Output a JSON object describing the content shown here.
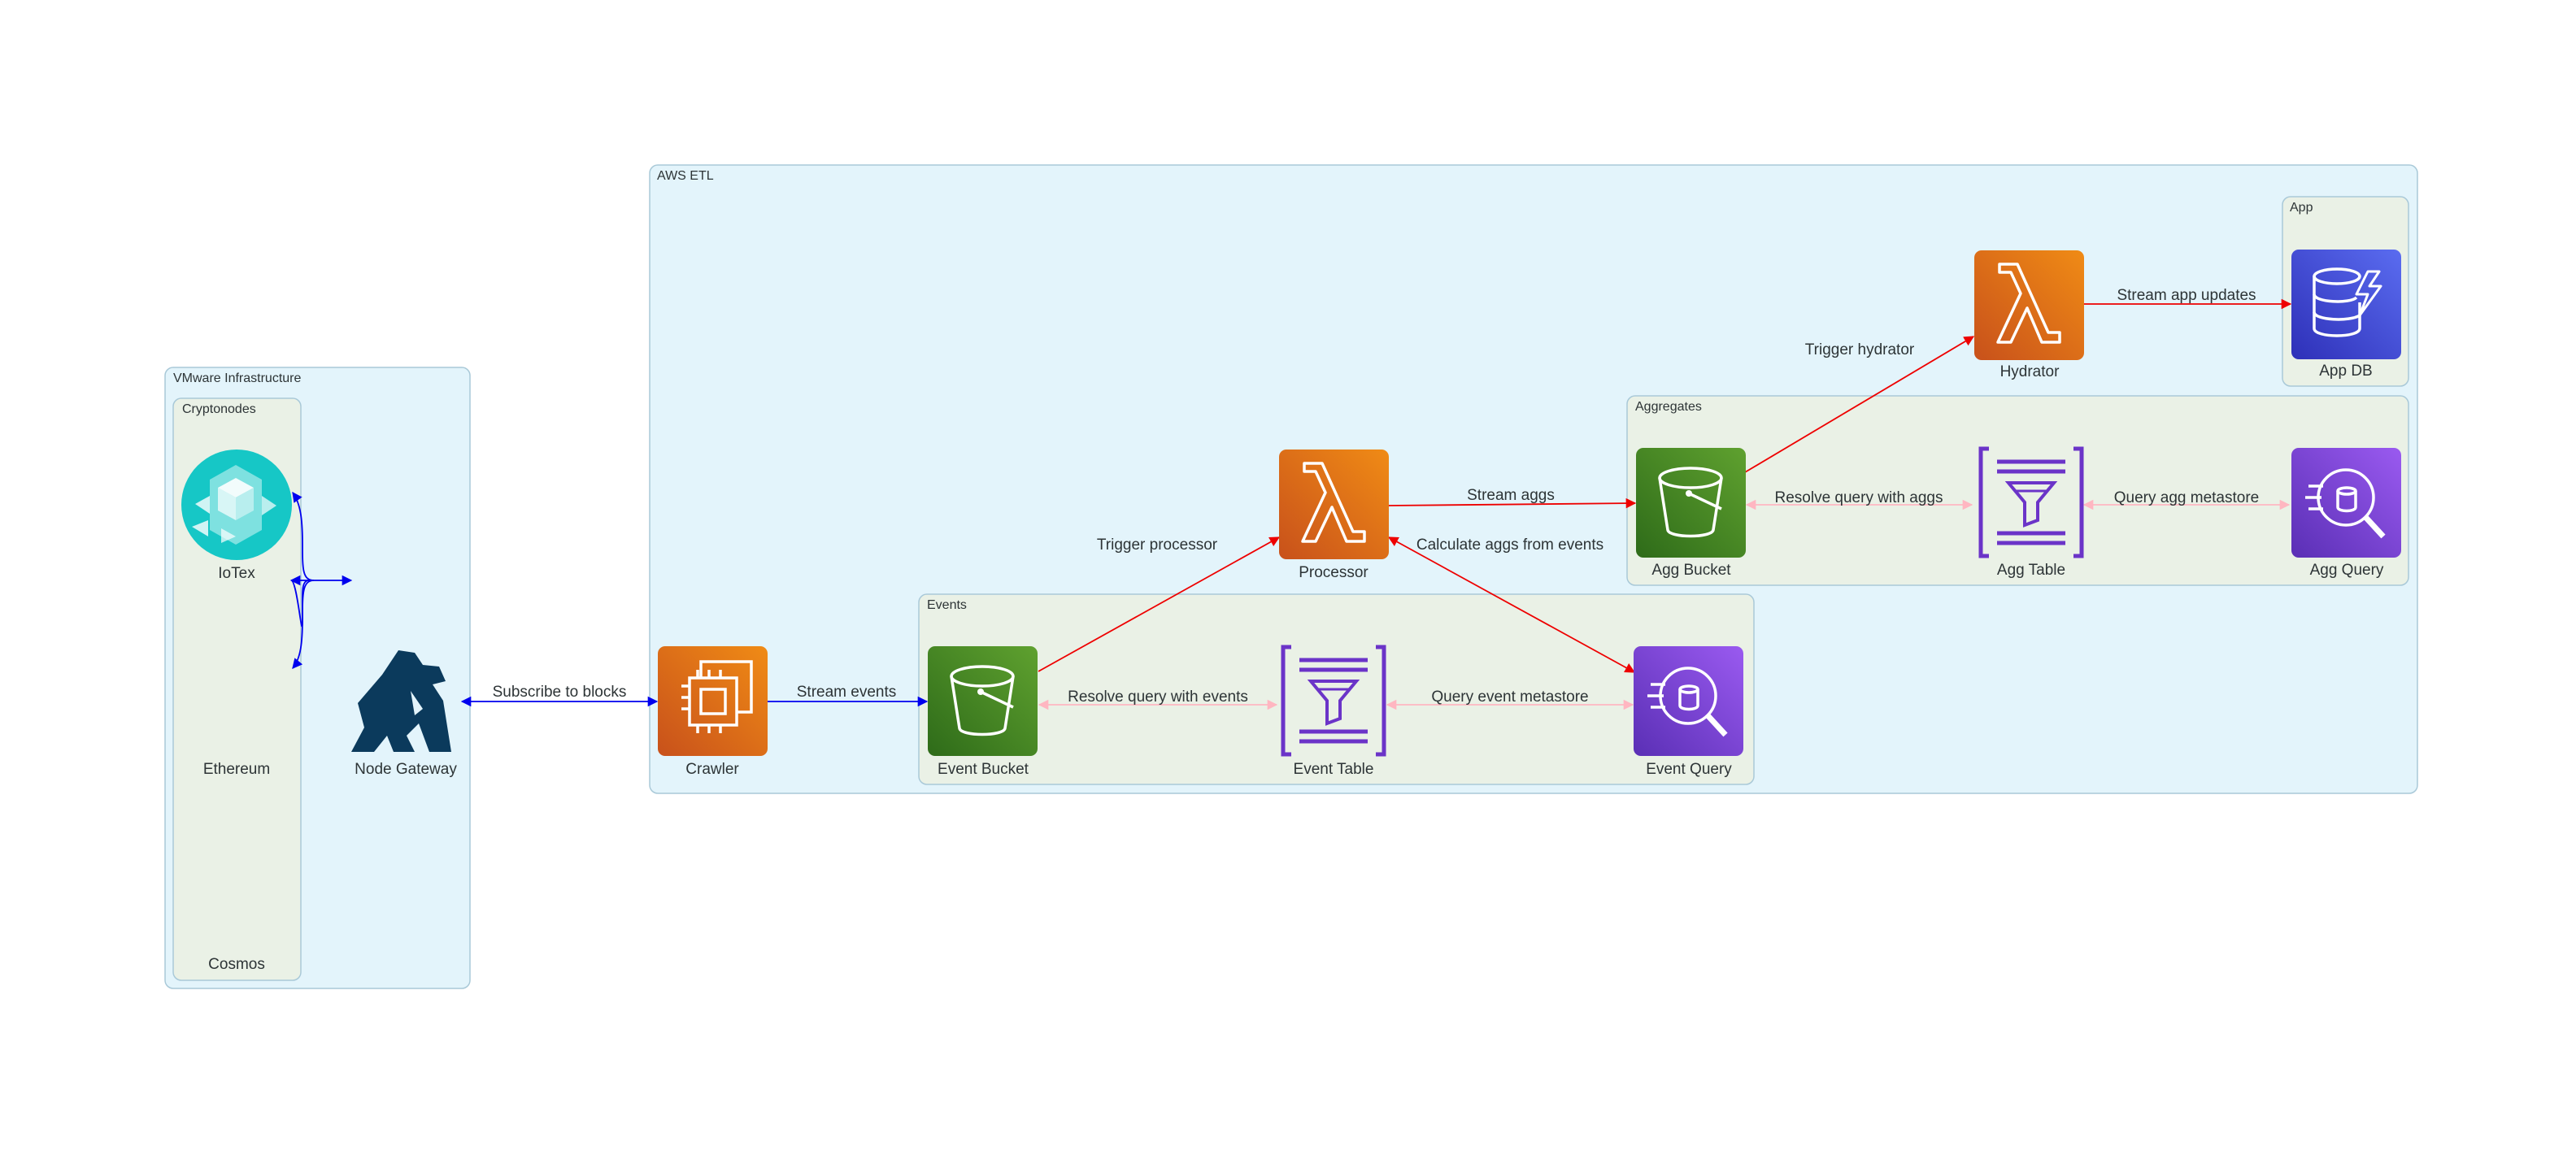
{
  "clusters": {
    "vmware": "VMware Infrastructure",
    "cryptonodes": "Cryptonodes",
    "aws_etl": "AWS ETL",
    "events": "Events",
    "aggregates": "Aggregates",
    "app": "App"
  },
  "nodes": {
    "iotex": "IoTex",
    "ethereum": "Ethereum",
    "cosmos": "Cosmos",
    "node_gateway": "Node Gateway",
    "crawler": "Crawler",
    "event_bucket": "Event Bucket",
    "event_table": "Event Table",
    "event_query": "Event Query",
    "processor": "Processor",
    "agg_bucket": "Agg Bucket",
    "agg_table": "Agg Table",
    "agg_query": "Agg Query",
    "hydrator": "Hydrator",
    "app_db": "App DB"
  },
  "edges": {
    "subscribe": "Subscribe to blocks",
    "stream_events": "Stream events",
    "resolve_events": "Resolve query with events",
    "query_event_meta": "Query event metastore",
    "trigger_processor": "Trigger processor",
    "stream_aggs": "Stream aggs",
    "calc_aggs": "Calculate aggs from events",
    "resolve_aggs": "Resolve query with aggs",
    "query_agg_meta": "Query agg metastore",
    "trigger_hydrator": "Trigger hydrator",
    "stream_app": "Stream app updates"
  },
  "colors": {
    "cluster_outer_fill": "#e3f4fb",
    "cluster_inner_fill": "#eaf1e6",
    "cluster_stroke": "#a9c9d8",
    "edge_blue": "#0000ee",
    "edge_red": "#ee0000",
    "edge_pink": "#ffb6c1",
    "lambda": "#e8720c",
    "ec2": "#e8720c",
    "s3": "#3f8624",
    "glue": "#6b34c8",
    "athena": "#7a3ede",
    "dynamodb": "#3c48cc",
    "gateway": "#0b3a5c",
    "iotex": "#16c7c6"
  }
}
